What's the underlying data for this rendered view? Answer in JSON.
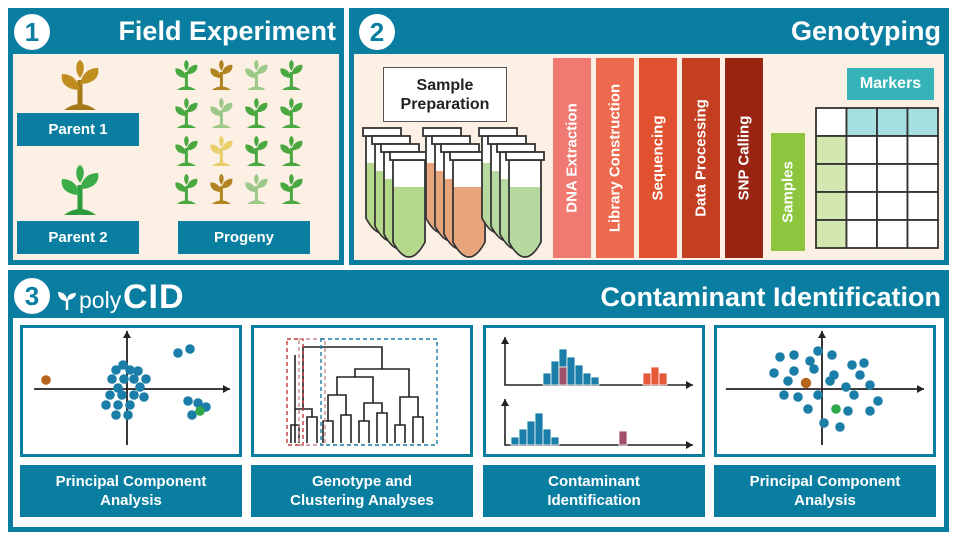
{
  "panel1": {
    "number": "1",
    "title": "Field Experiment",
    "parent1": "Parent 1",
    "parent2": "Parent 2",
    "progeny": "Progeny"
  },
  "panel2": {
    "number": "2",
    "title": "Genotyping",
    "sample_prep_line1": "Sample",
    "sample_prep_line2": "Preparation",
    "steps": [
      "DNA Extraction",
      "Library Construction",
      "Sequencing",
      "Data Processing",
      "SNP Calling"
    ],
    "samples": "Samples",
    "markers": "Markers"
  },
  "panel3": {
    "number": "3",
    "brand_prefix": "poly",
    "brand_suffix": "CID",
    "title": "Contaminant Identification",
    "captions": [
      {
        "line1": "Principal Component",
        "line2": "Analysis"
      },
      {
        "line1": "Genotype and",
        "line2": "Clustering Analyses"
      },
      {
        "line1": "Contaminant",
        "line2": "Identification"
      },
      {
        "line1": "Principal Component",
        "line2": "Analysis"
      }
    ]
  },
  "colors": {
    "panel": "#0a7ea0",
    "cream": "#fcefe4",
    "teal_dot": "#1a7ea8",
    "contaminant": "#b5651d",
    "green_dot": "#2ea84a",
    "step_colors": [
      "#f07a72",
      "#ee6a4e",
      "#e0522f",
      "#c43e22",
      "#9a2412"
    ],
    "marker_color": "#36b3b8",
    "sample_color": "#8cc63f"
  },
  "icons": {
    "plant_parent1": "plant-icon-gold",
    "plant_parent2": "plant-icon-green",
    "brand": "sprout-icon"
  }
}
